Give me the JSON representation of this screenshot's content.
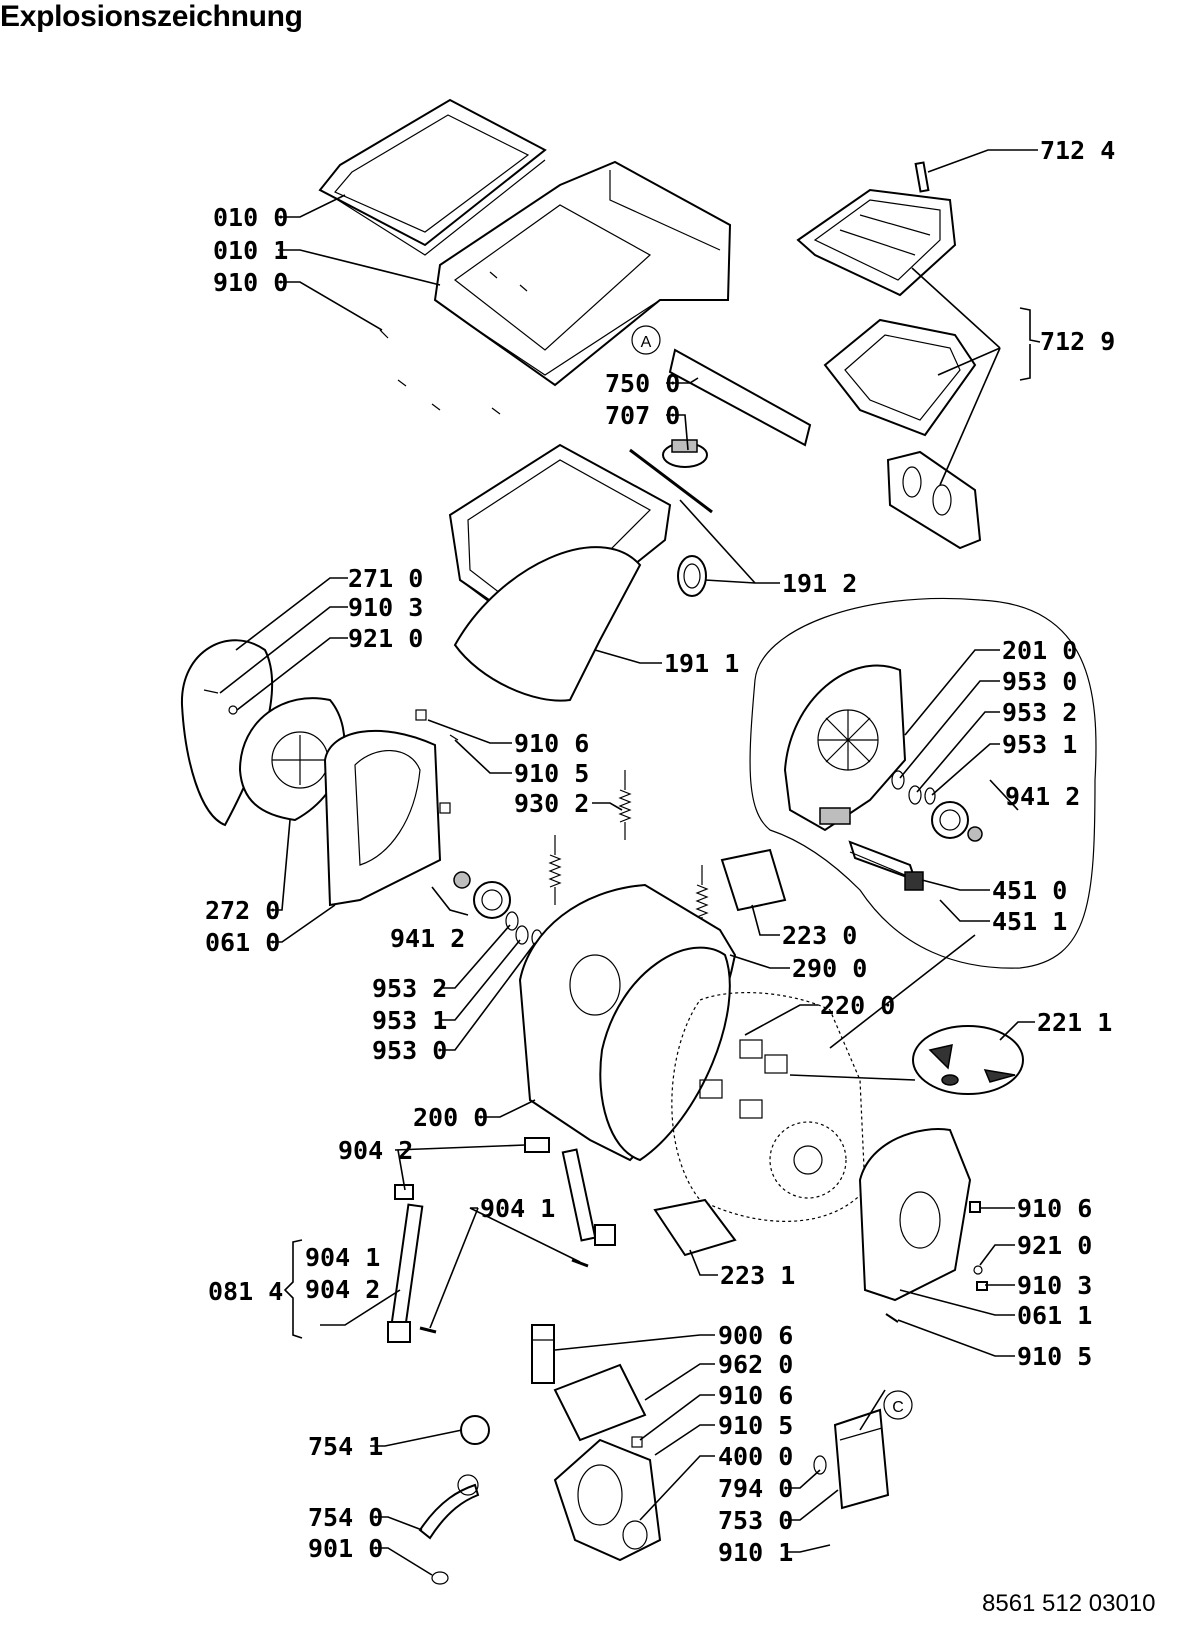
{
  "title": "Explosionszeichnung",
  "doc_number": "8561 512 03010",
  "labels": {
    "p0100": "010 0",
    "p0101": "010 1",
    "p9100": "910 0",
    "p7124": "712 4",
    "p7129": "712 9",
    "p7500": "750 0",
    "p7070": "707 0",
    "p1912": "191 2",
    "p2710": "271 0",
    "p9103a": "910 3",
    "p9210a": "921 0",
    "p1911": "191 1",
    "p2010": "201 0",
    "p9530a": "953 0",
    "p9532a": "953 2",
    "p9531a": "953 1",
    "p9412a": "941 2",
    "p9106a": "910 6",
    "p9105a": "910 5",
    "p9302": "930 2",
    "p4510": "451 0",
    "p4511": "451 1",
    "p2720": "272 0",
    "p0610": "061 0",
    "p9412b": "941 2",
    "p2230": "223 0",
    "p2900": "290 0",
    "p9532b": "953 2",
    "p2200": "220 0",
    "p2211": "221 1",
    "p9531b": "953 1",
    "p9530b": "953 0",
    "p2000": "200 0",
    "p9042a": "904 2",
    "p9041a": "904 1",
    "p9041b": "904 1",
    "p9042b": "904 2",
    "p0814": "081 4",
    "p9106b": "910 6",
    "p9210b": "921 0",
    "p9103b": "910 3",
    "p0611": "061 1",
    "p2231": "223 1",
    "p9105b": "910 5",
    "p9006": "900 6",
    "p9620": "962 0",
    "p9106c": "910 6",
    "p9105c": "910 5",
    "p4000": "400 0",
    "p7541": "754 1",
    "p7940": "794 0",
    "p7540": "754 0",
    "p7530": "753 0",
    "p9010": "901 0",
    "p9101": "910 1"
  },
  "callouts": {
    "a": "A",
    "c": "C"
  }
}
